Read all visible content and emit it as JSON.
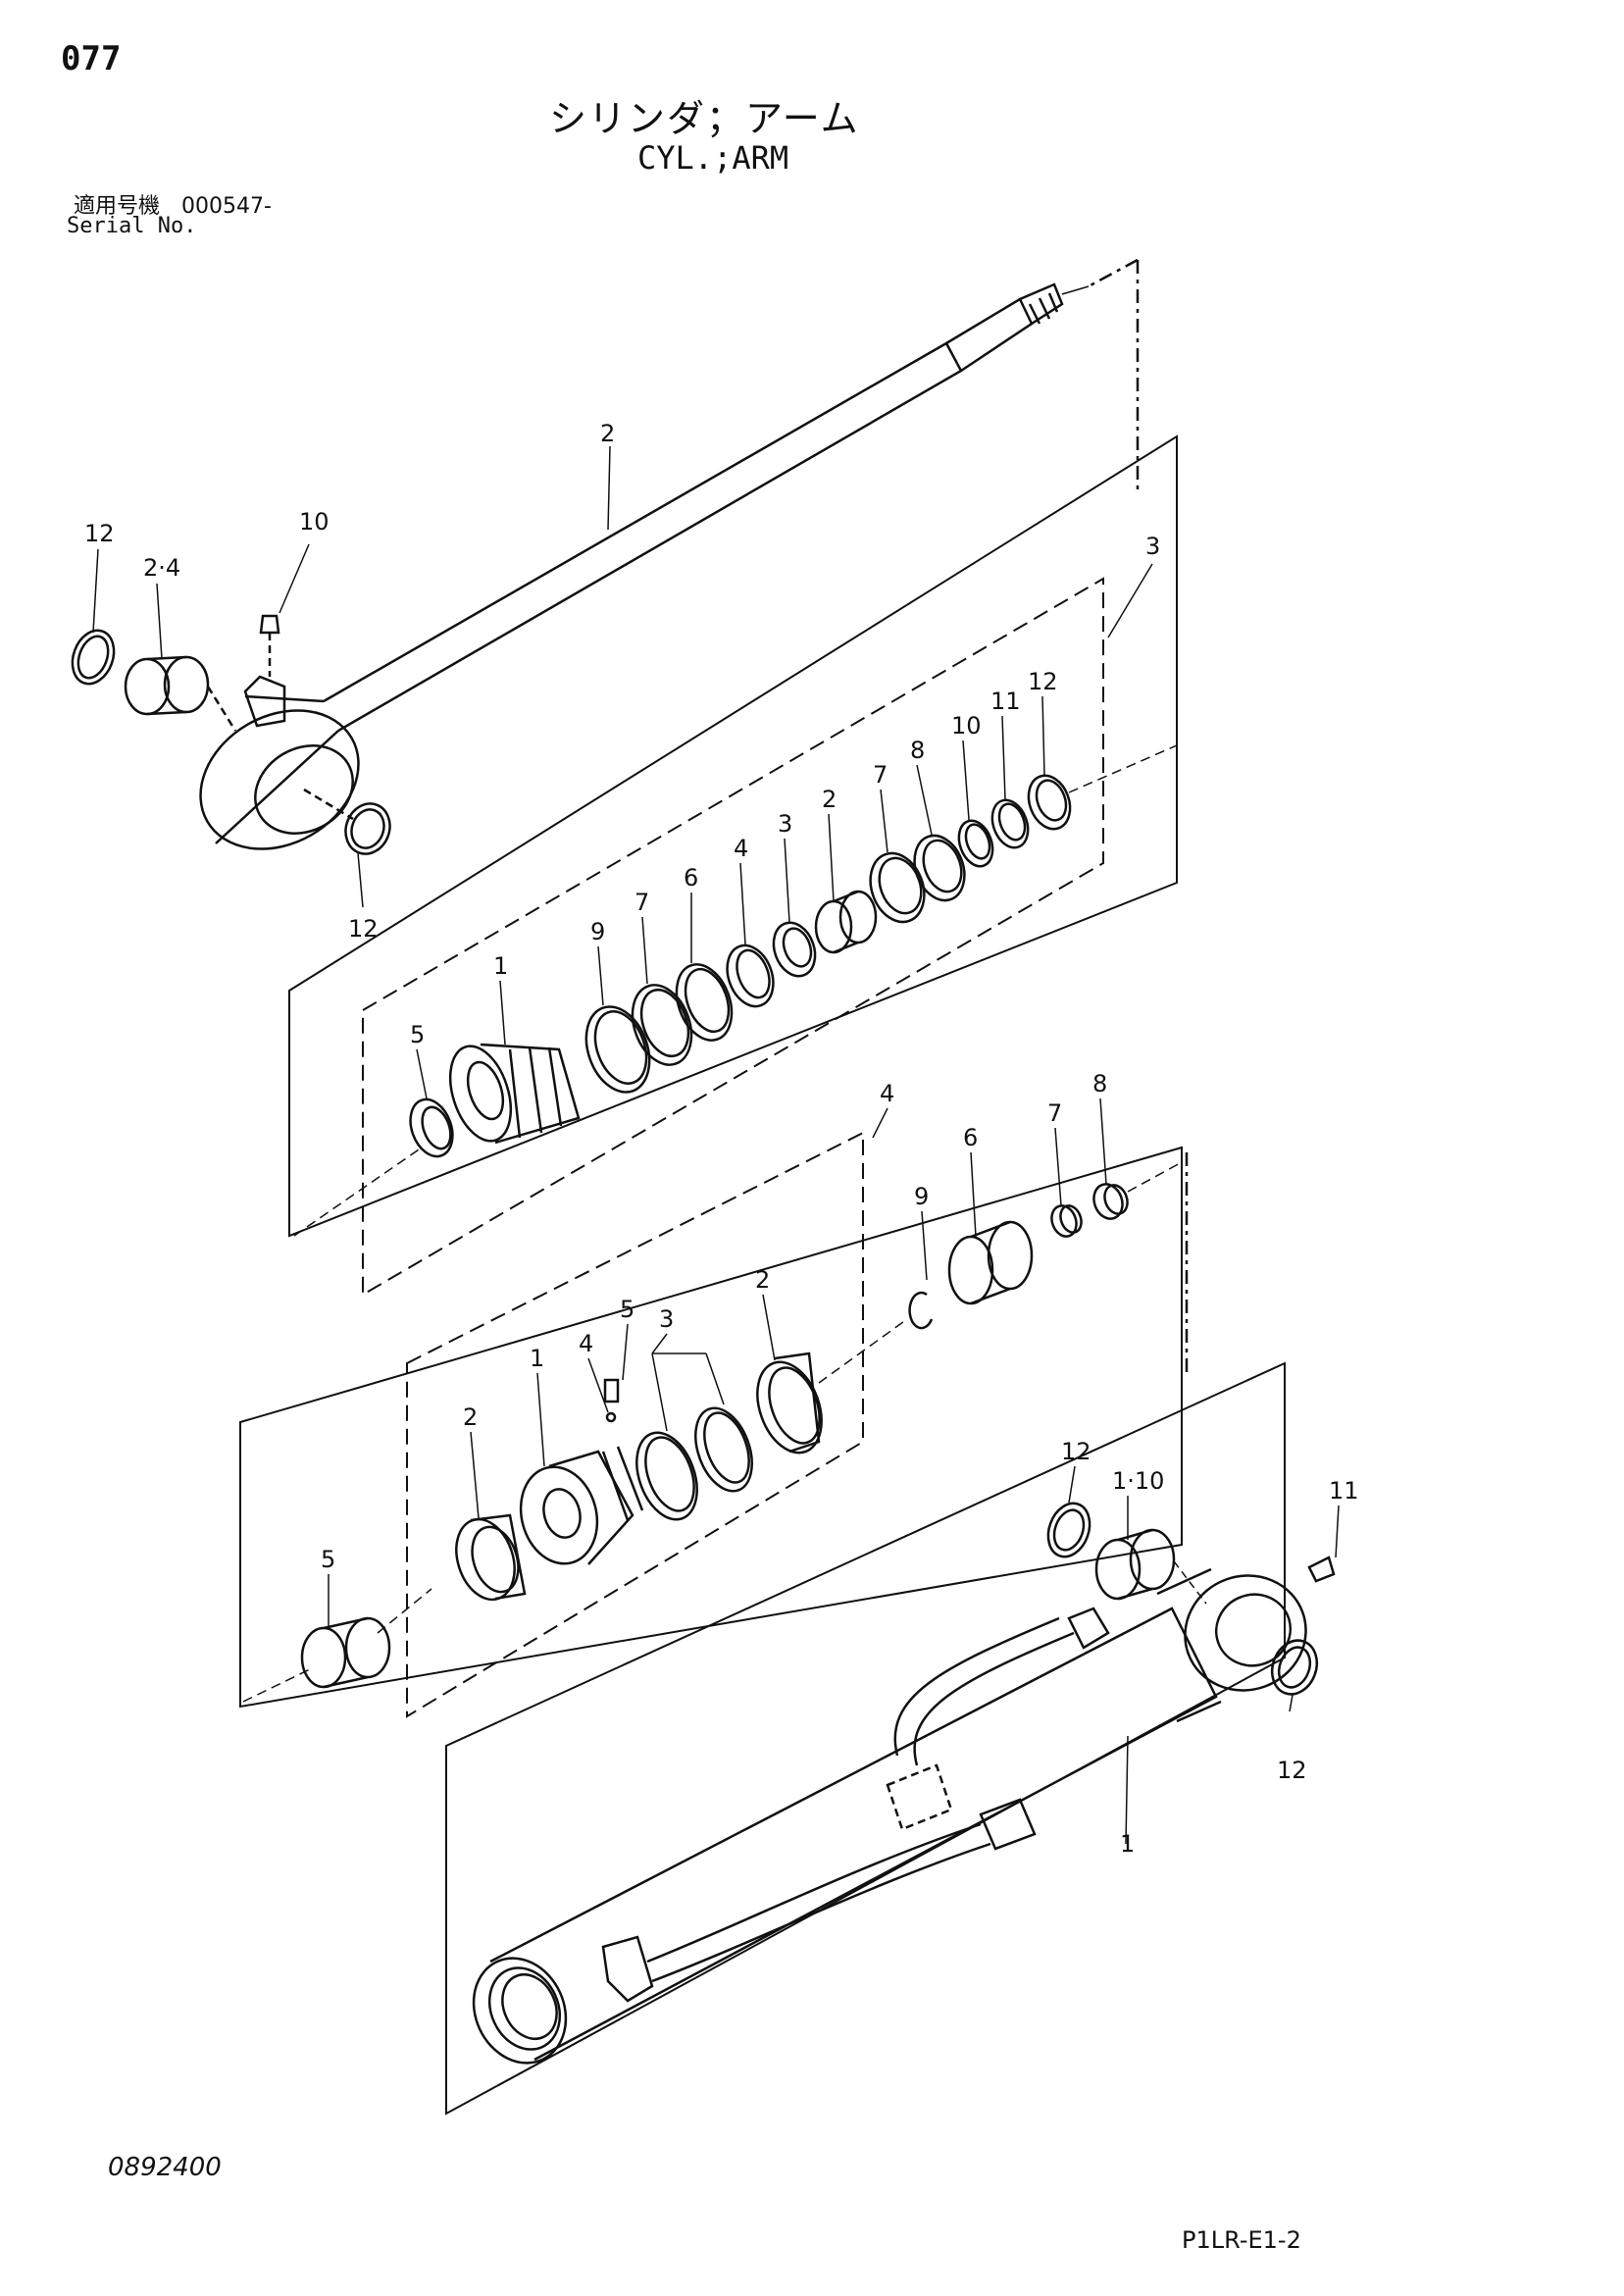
{
  "header": {
    "page_number": "077",
    "title_jp": "シリンダ；アーム",
    "title_en": "CYL.;ARM",
    "serial_label_jp": "適用号機　000547-",
    "serial_label_en": "Serial No."
  },
  "footer": {
    "drawing_number": "0892400",
    "page_code": "P1LR-E1-2"
  },
  "callouts": {
    "rod": "2",
    "rod_bushing": "2·4",
    "rod_snap_ring_left": "12",
    "rod_snap_ring_bottom": "12",
    "grease_fitting_rod": "10",
    "seal_kit_group": "3",
    "gland": "1",
    "gland_snap_ring": "5",
    "gland_oring_9": "9",
    "gland_ring_7a": "7",
    "gland_ring_6": "6",
    "gland_ring_4": "4",
    "gland_seal_3": "3",
    "gland_bushing_2": "2",
    "gland_ring_7b": "7",
    "gland_ring_8": "8",
    "gland_ring_10": "10",
    "gland_ring_11": "11",
    "gland_ring_12": "12",
    "piston_group": "4",
    "piston_ring_2a": "2",
    "piston_ring_9": "9",
    "piston_cushion_6": "6",
    "piston_ring_7": "7",
    "piston_ring_8": "8",
    "piston_seal_3": "3",
    "piston_set_screw_5": "5",
    "piston_ball_4": "4",
    "piston": "1",
    "piston_ring_2b": "2",
    "piston_bushing_5": "5",
    "tube_snap_ring_top": "12",
    "tube_bushing": "1·10",
    "grease_fitting_tube": "11",
    "tube_snap_ring_bottom": "12",
    "tube": "1"
  }
}
